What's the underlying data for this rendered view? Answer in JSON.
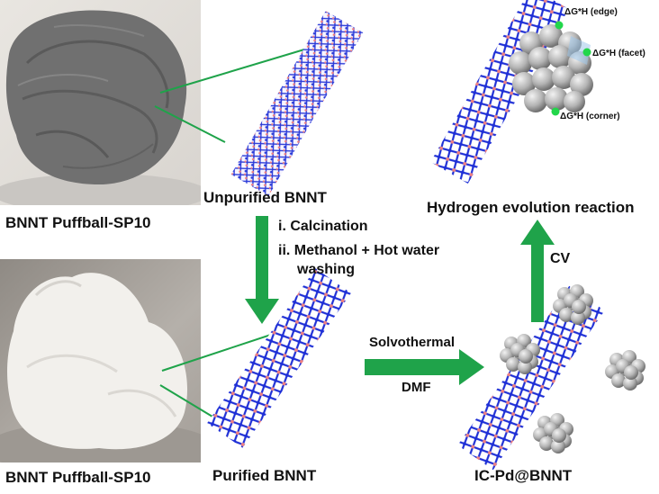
{
  "photos": {
    "top_caption": "BNNT Puffball-SP10",
    "bottom_caption": "BNNT Puffball-SP10"
  },
  "tubes": {
    "unpurified": "Unpurified BNNT",
    "purified": "Purified BNNT",
    "icpd": "IC-Pd@BNNT",
    "her": "Hydrogen evolution reaction"
  },
  "steps": {
    "step1": "i. Calcination",
    "step2a": "ii. Methanol + Hot water",
    "step2b": "washing",
    "solvothermal": "Solvothermal",
    "dmf": "DMF",
    "cv": "CV"
  },
  "cluster_labels": {
    "edge": "ΔG*H (edge)",
    "facet": "ΔG*H (facet)",
    "corner": "ΔG*H (corner)"
  },
  "colors": {
    "arrow": "#1fa34a",
    "boron": "#f08080",
    "nitrogen": "#1e2fd6",
    "pd": "#b8b8b8"
  }
}
